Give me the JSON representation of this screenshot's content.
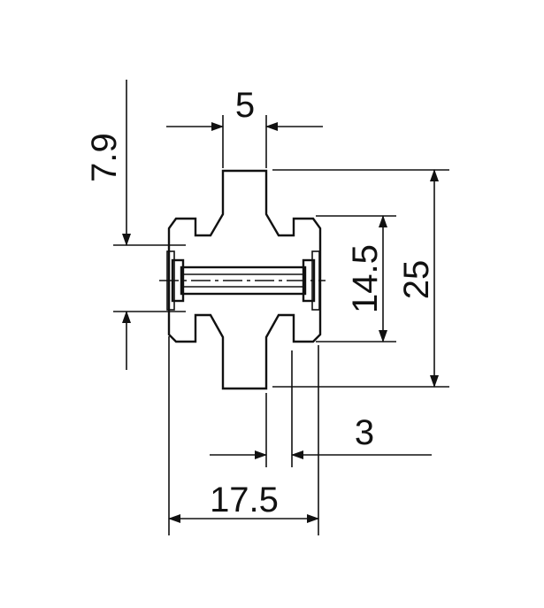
{
  "drawing": {
    "colors": {
      "line": "#111111",
      "background": "#ffffff"
    },
    "dimensions": {
      "width_top": "5",
      "offset_left": "7.9",
      "inner_height": "14.5",
      "total_height": "25",
      "width_bottom": "3",
      "total_width": "17.5"
    }
  }
}
